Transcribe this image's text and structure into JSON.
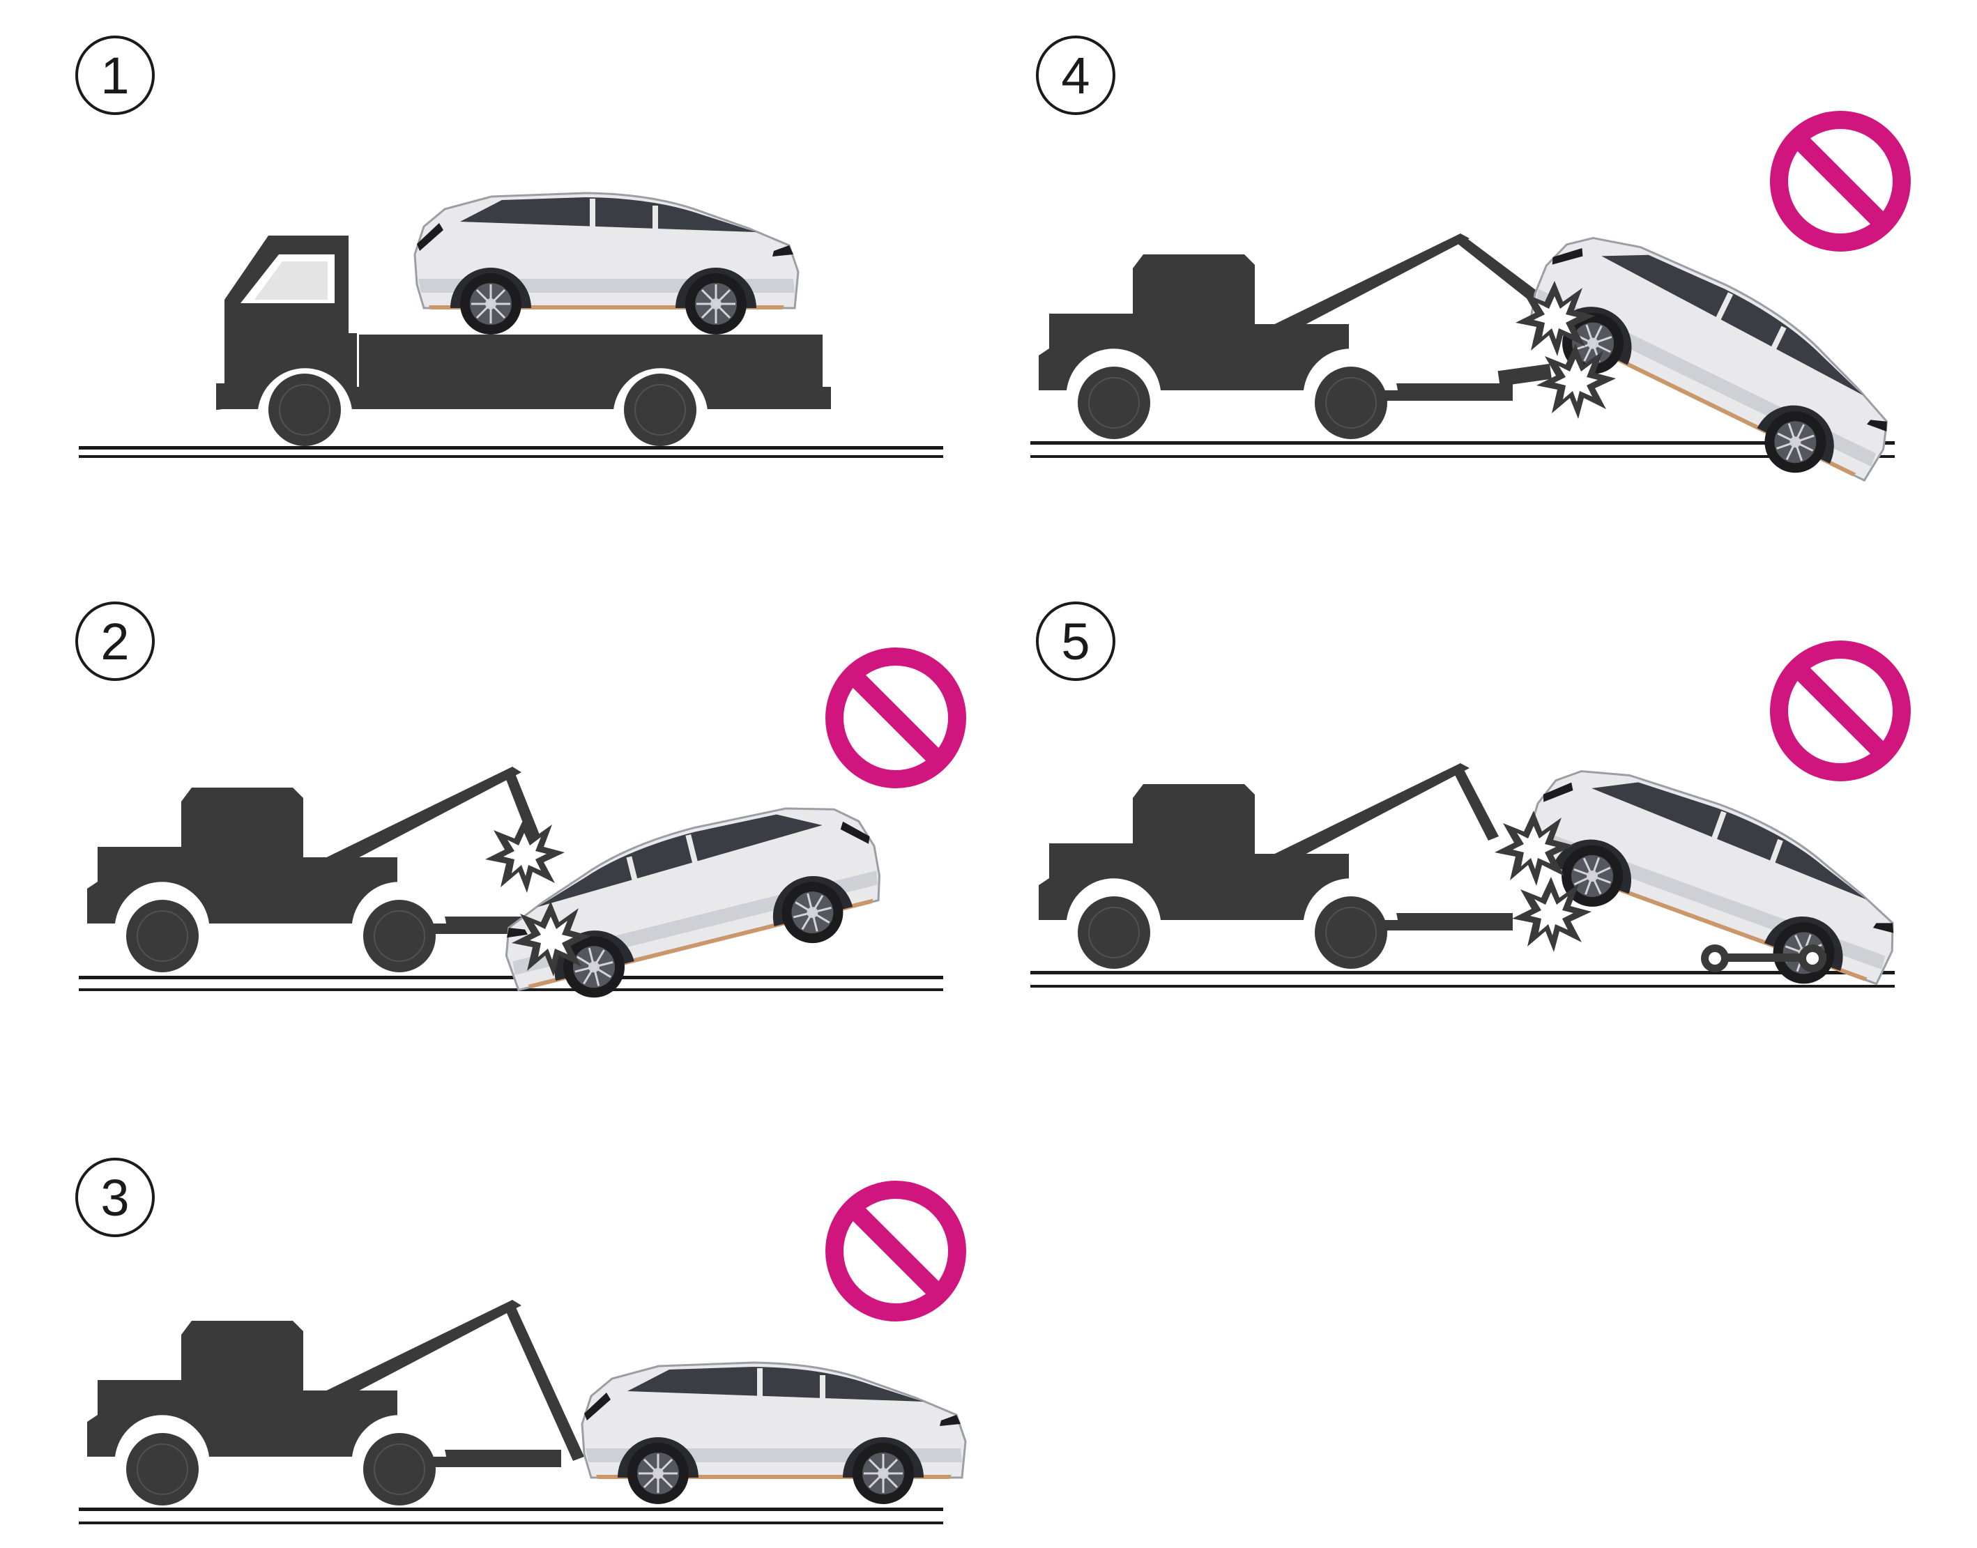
{
  "colors": {
    "background": "#ffffff",
    "truck": "#3a3a3a",
    "ground": "#1a1a1a",
    "prohibit": "#d0157f",
    "car_body": "#e9e9ec",
    "car_shade": "#b9bac0",
    "car_glass": "#3b3d44",
    "accent": "#c9976a"
  },
  "panels": [
    {
      "id": "p1",
      "number": "1",
      "method": "flatbed",
      "prohibited": false,
      "icon": "none"
    },
    {
      "id": "p2",
      "number": "2",
      "method": "hook-rear",
      "prohibited": true,
      "icon": "prohibition-icon"
    },
    {
      "id": "p3",
      "number": "3",
      "method": "sling-front",
      "prohibited": true,
      "icon": "prohibition-icon"
    },
    {
      "id": "p4",
      "number": "4",
      "method": "wheel-lift-front",
      "prohibited": true,
      "icon": "prohibition-icon"
    },
    {
      "id": "p5",
      "number": "5",
      "method": "wheel-lift-dolly",
      "prohibited": true,
      "icon": "prohibition-icon"
    }
  ]
}
